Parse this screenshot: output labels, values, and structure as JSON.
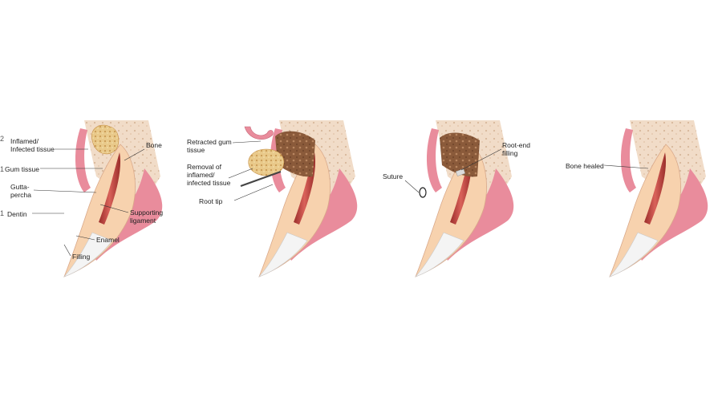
{
  "panel1": {
    "labels": {
      "inflamed": "Inflamed/\nInfected tissue",
      "bone": "Bone",
      "gum": "Gum tissue",
      "gutta": "Gutta-\npercha",
      "dentin": "Dentin",
      "ligament": "Supporting\nligament",
      "enamel": "Enamel",
      "filling": "Filling"
    },
    "edge_marks": [
      "2",
      "1",
      "1"
    ]
  },
  "panel2": {
    "labels": {
      "retracted": "Retracted gum\ntissue",
      "removal": "Removal of\ninflamed/\ninfected tissue",
      "root_tip": "Root tip"
    }
  },
  "panel3": {
    "labels": {
      "suture": "Suture",
      "root_end": "Root-end\nfilling"
    }
  },
  "panel4": {
    "labels": {
      "bone_healed": "Bone healed"
    }
  },
  "colors": {
    "bone": "#f1dcc8",
    "gum": "#e98c9c",
    "gum_light": "#f6c6cf",
    "tooth": "#f7d2ae",
    "enamel": "#f4f4f4",
    "pulp": "#c5453f",
    "infection": "#e9c98a",
    "cavity": "#8a5a3a"
  }
}
